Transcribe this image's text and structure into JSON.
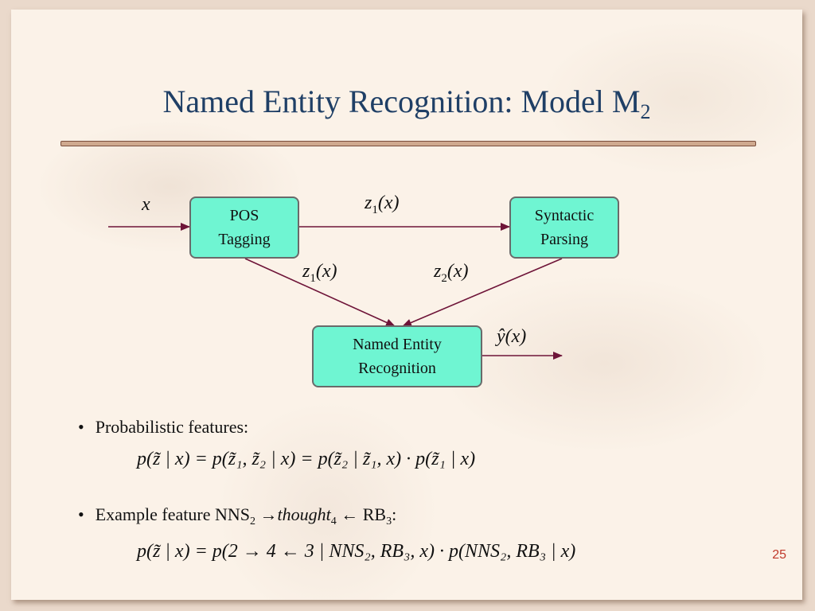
{
  "slide": {
    "title_main": "Named Entity Recognition: Model M",
    "title_sub": "2",
    "page_number": "25"
  },
  "diagram": {
    "input_label": "x",
    "boxes": {
      "pos_tagging": "POS\nTagging",
      "syntactic_parsing": "Syntactic\nParsing",
      "ner": "Named Entity\nRecognition"
    },
    "edge_labels": {
      "top": {
        "var": "z",
        "sub": "1",
        "arg": "(x)"
      },
      "left": {
        "var": "z",
        "sub": "1",
        "arg": "(x)"
      },
      "right": {
        "var": "z",
        "sub": "2",
        "arg": "(x)"
      },
      "output": "ŷ(x)"
    },
    "colors": {
      "box_fill": "#6ff5d2",
      "box_border": "#6a6a6a",
      "arrow": "#6e1438",
      "title": "#1f3f66",
      "page_number": "#c0392b"
    }
  },
  "bullets": [
    {
      "text": "Probabilistic features:",
      "formula": "p(z̃ | x) = p(z̃₁, z̃₂ | x) = p(z̃₂ | z̃₁, x) · p(z̃₁ | x)"
    },
    {
      "text_parts": [
        "Example feature NNS",
        "2",
        " →",
        "thought",
        "4",
        " ← RB",
        "3",
        ":"
      ],
      "formula": "p(z̃ | x) = p(2 → 4 ← 3 | NNS₂, RB₃, x) · p(NNS₂, RB₃ | x)"
    }
  ]
}
